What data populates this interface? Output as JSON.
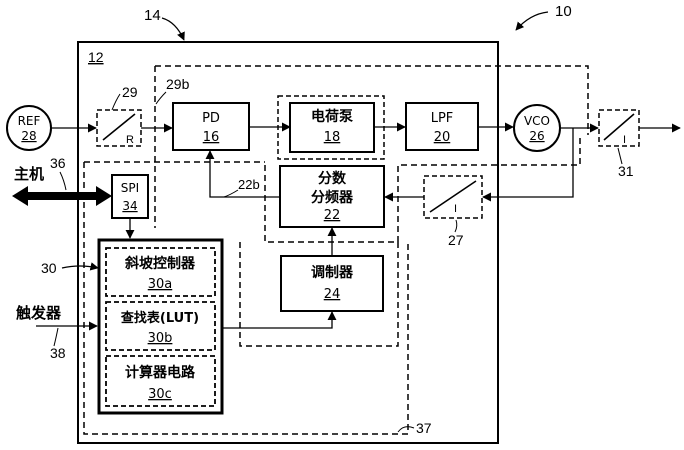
{
  "refs": {
    "r10": "10",
    "r14": "14",
    "r12": "12",
    "r29": "29",
    "r29b": "29b",
    "r36": "36",
    "r30": "30",
    "r38": "38",
    "r22b": "22b",
    "r27": "27",
    "r31": "31",
    "r37": "37"
  },
  "blocks": {
    "ref": {
      "label": "REF",
      "num": "28"
    },
    "ref_divider": {
      "label": "R"
    },
    "pd": {
      "label": "PD",
      "num": "16"
    },
    "charge_pump": {
      "label": "电荷泵",
      "num": "18"
    },
    "lpf": {
      "label": "LPF",
      "num": "20"
    },
    "vco": {
      "label": "VCO",
      "num": "26"
    },
    "out_divider": {
      "label": "I"
    },
    "fb_divider": {
      "label": "I"
    },
    "frac_divider": {
      "label1": "分数",
      "label2": "分频器",
      "num": "22"
    },
    "modulator": {
      "label": "调制器",
      "num": "24"
    },
    "spi": {
      "label": "SPI",
      "num": "34"
    },
    "ramp_ctrl": {
      "label": "斜坡控制器",
      "num": "30a"
    },
    "lut": {
      "label": "查找表(LUT)",
      "num": "30b"
    },
    "calc": {
      "label": "计算器电路",
      "num": "30c"
    }
  },
  "external": {
    "host": "主机",
    "trigger": "触发器"
  }
}
